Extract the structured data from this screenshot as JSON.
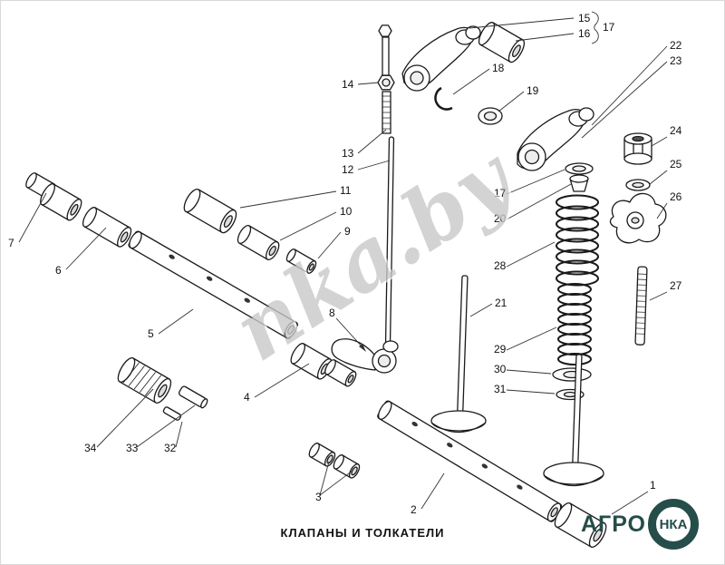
{
  "page": {
    "caption": "КЛАПАНЫ И ТОЛКАТЕЛИ",
    "watermark": "nka.by",
    "logo": {
      "left": "АГРО",
      "circle": "НКА",
      "color": "#254d4a"
    }
  },
  "callouts": [
    "15",
    "16",
    "17",
    "22",
    "23",
    "14",
    "18",
    "19",
    "13",
    "12",
    "24",
    "11",
    "10",
    "17",
    "25",
    "9",
    "20",
    "26",
    "7",
    "6",
    "28",
    "27",
    "8",
    "21",
    "5",
    "29",
    "30",
    "31",
    "4",
    "34",
    "33",
    "32",
    "3",
    "2",
    "1"
  ]
}
